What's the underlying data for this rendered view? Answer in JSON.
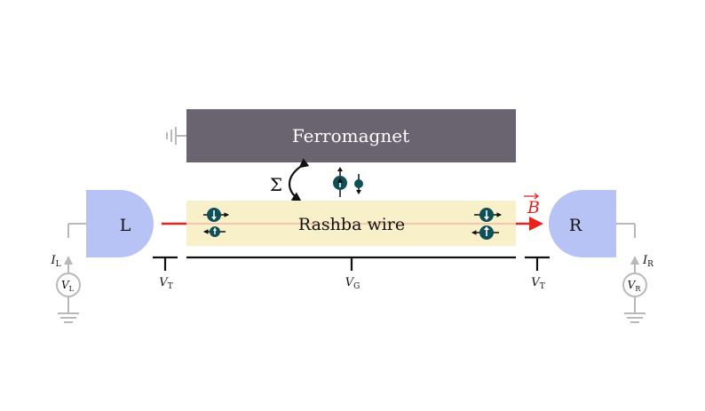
{
  "diagram": {
    "ferromagnet_label": "Ferromagnet",
    "wire_label": "Rashba wire",
    "left_lead_label": "L",
    "right_lead_label": "R",
    "coupling_label": "Σ",
    "field_label": "B",
    "gate_labels": {
      "tunnel_left": {
        "main": "V",
        "sub": "T"
      },
      "gate": {
        "main": "V",
        "sub": "G"
      },
      "tunnel_right": {
        "main": "V",
        "sub": "T"
      }
    },
    "left_circuit": {
      "current": {
        "main": "I",
        "sub": "L"
      },
      "voltage": {
        "main": "V",
        "sub": "L"
      }
    },
    "right_circuit": {
      "current": {
        "main": "I",
        "sub": "R"
      },
      "voltage": {
        "main": "V",
        "sub": "R"
      }
    }
  },
  "colors": {
    "ferromagnet": "#6a6370",
    "wire": "#f8f0c8",
    "lead": "#b7c3f4",
    "spin": "#0f4f57",
    "field": "#e8231d",
    "ground": "#b9b9b9"
  }
}
